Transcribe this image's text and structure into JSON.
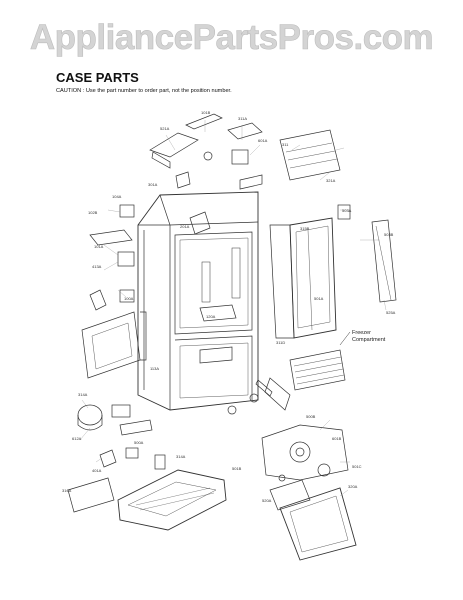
{
  "watermark": "AppliancePartsPros.com",
  "title": "CASE PARTS",
  "caution": "CAUTION : Use the part number to order part, not the position number.",
  "freezer_label_line1": "Freezer",
  "freezer_label_line2": "Compartment"
}
